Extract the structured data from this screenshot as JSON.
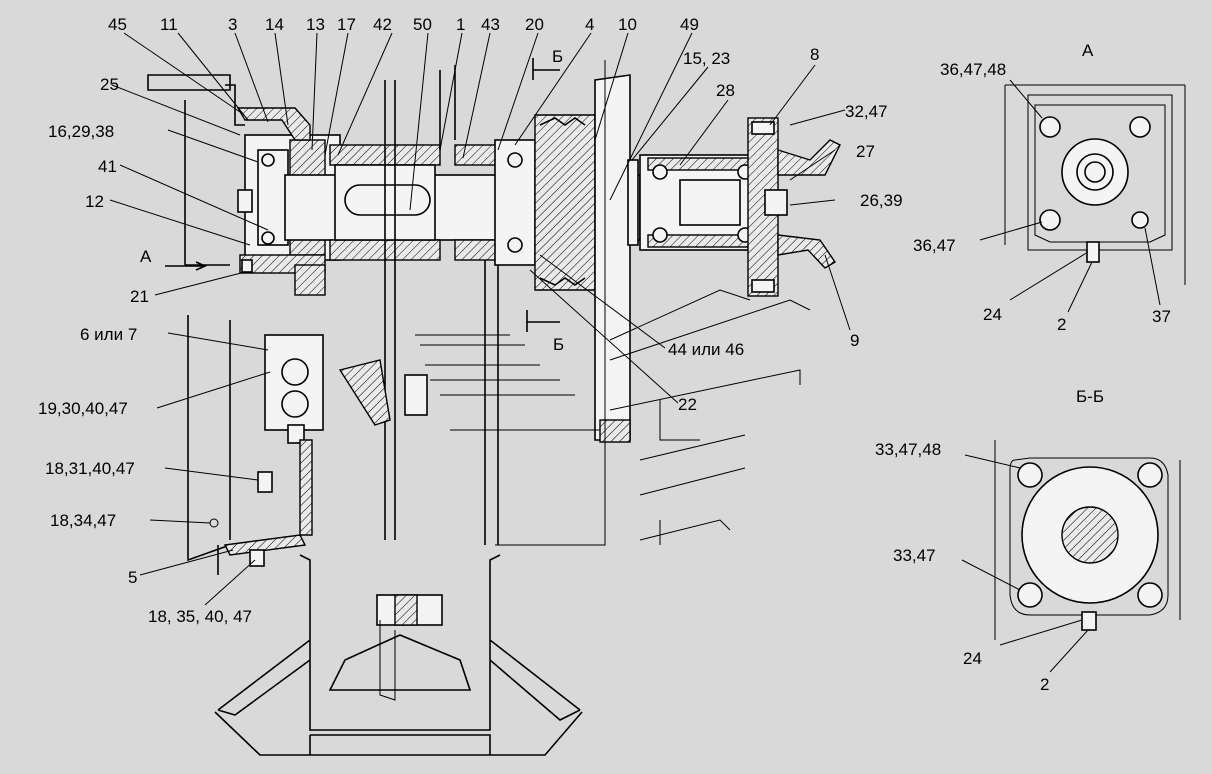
{
  "callouts": {
    "c45": "45",
    "c11": "11",
    "c3": "3",
    "c14": "14",
    "c13": "13",
    "c17": "17",
    "c42": "42",
    "c50": "50",
    "c1": "1",
    "c43": "43",
    "c20": "20",
    "c4": "4",
    "c10": "10",
    "c49": "49",
    "c15_23": "15, 23",
    "c28": "28",
    "c8": "8",
    "c32_47": "32,47",
    "c27": "27",
    "c26_39": "26,39",
    "c9": "9",
    "c22": "22",
    "c44_46": "44 или 46",
    "c25": "25",
    "c16_29_38": "16,29,38",
    "c41": "41",
    "c12": "12",
    "c21": "21",
    "c6_7": "6 или 7",
    "c19_30_40_47": "19,30,40,47",
    "c18_31_40_47": "18,31,40,47",
    "c18_34_47": "18,34,47",
    "c5": "5",
    "c18_35_40_47": "18, 35, 40, 47"
  },
  "arrows": {
    "view_a": "А",
    "section_b_top": "Б",
    "section_b_bottom": "Б"
  },
  "view_a": {
    "title": "А",
    "labels": {
      "c36_47_48": "36,47,48",
      "c36_47": "36,47",
      "c24": "24",
      "c2": "2",
      "c37": "37"
    }
  },
  "section_bb": {
    "title": "Б-Б",
    "labels": {
      "c33_47_48": "33,47,48",
      "c33_47": "33,47",
      "c24": "24",
      "c2": "2"
    }
  }
}
